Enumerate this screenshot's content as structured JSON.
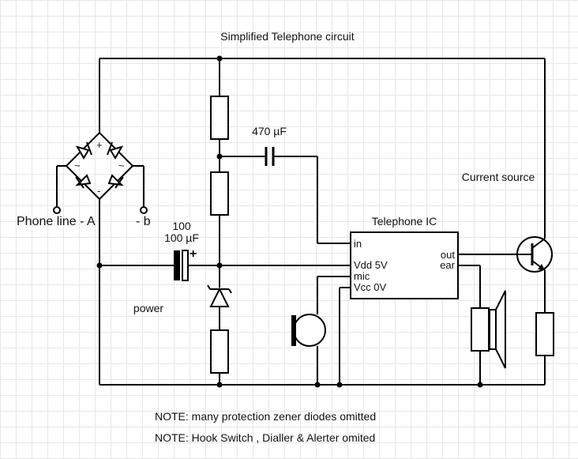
{
  "title": "Simplified Telephone circuit",
  "labels": {
    "capacitor_top": "470 µF",
    "capacitor_power_line1": "100",
    "capacitor_power_line2": "100 µF",
    "capacitor_power_polarity": "+",
    "power": "power",
    "current_source": "Current source",
    "phone_line_a": "Phone line - A",
    "phone_line_b": "- b",
    "bridge_plus": "+",
    "bridge_minus": "-",
    "bridge_ac_left": "~",
    "bridge_ac_right": "~"
  },
  "ic": {
    "title": "Telephone IC",
    "pin_in": "in",
    "pin_vdd": "Vdd 5V",
    "pin_mic": "mic",
    "pin_vcc": "Vcc 0V",
    "pin_out": "out",
    "pin_ear": "ear"
  },
  "notes": [
    "NOTE: many protection zener diodes omitted",
    "NOTE: Hook Switch , Dialler & Alerter omited"
  ]
}
